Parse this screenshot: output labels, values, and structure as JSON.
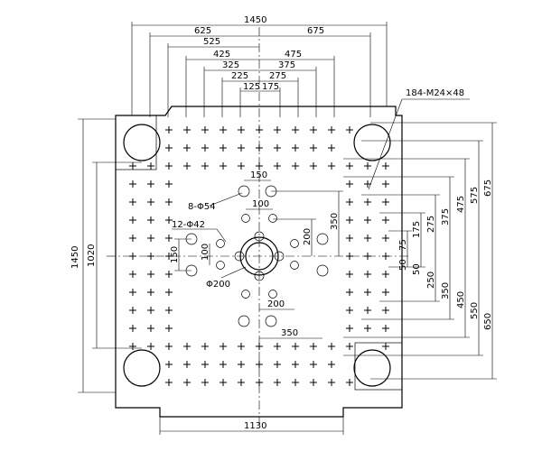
{
  "drawing": {
    "colors": {
      "line": "#000000",
      "background": "#ffffff"
    },
    "overall": {
      "width": "1450",
      "height": "1450",
      "bottom_width": "1130",
      "tie_bar_height": "1020"
    },
    "top_dims": {
      "left": [
        "625",
        "525",
        "425",
        "325",
        "225",
        "125"
      ],
      "right": [
        "675",
        "475",
        "375",
        "275",
        "175"
      ]
    },
    "right_dims": {
      "upper": [
        "675",
        "575",
        "475",
        "375",
        "275",
        "175",
        "75"
      ],
      "lower": [
        "50",
        "50",
        "250",
        "350",
        "450",
        "550",
        "650"
      ]
    },
    "inner_dims": [
      "150",
      "100",
      "200",
      "350",
      "150",
      "100",
      "200",
      "350"
    ],
    "callouts": {
      "tapped_holes": "184-M24×48",
      "holes_54": "8-Φ54",
      "holes_42": "12-Φ42",
      "bore": "Φ200"
    }
  }
}
